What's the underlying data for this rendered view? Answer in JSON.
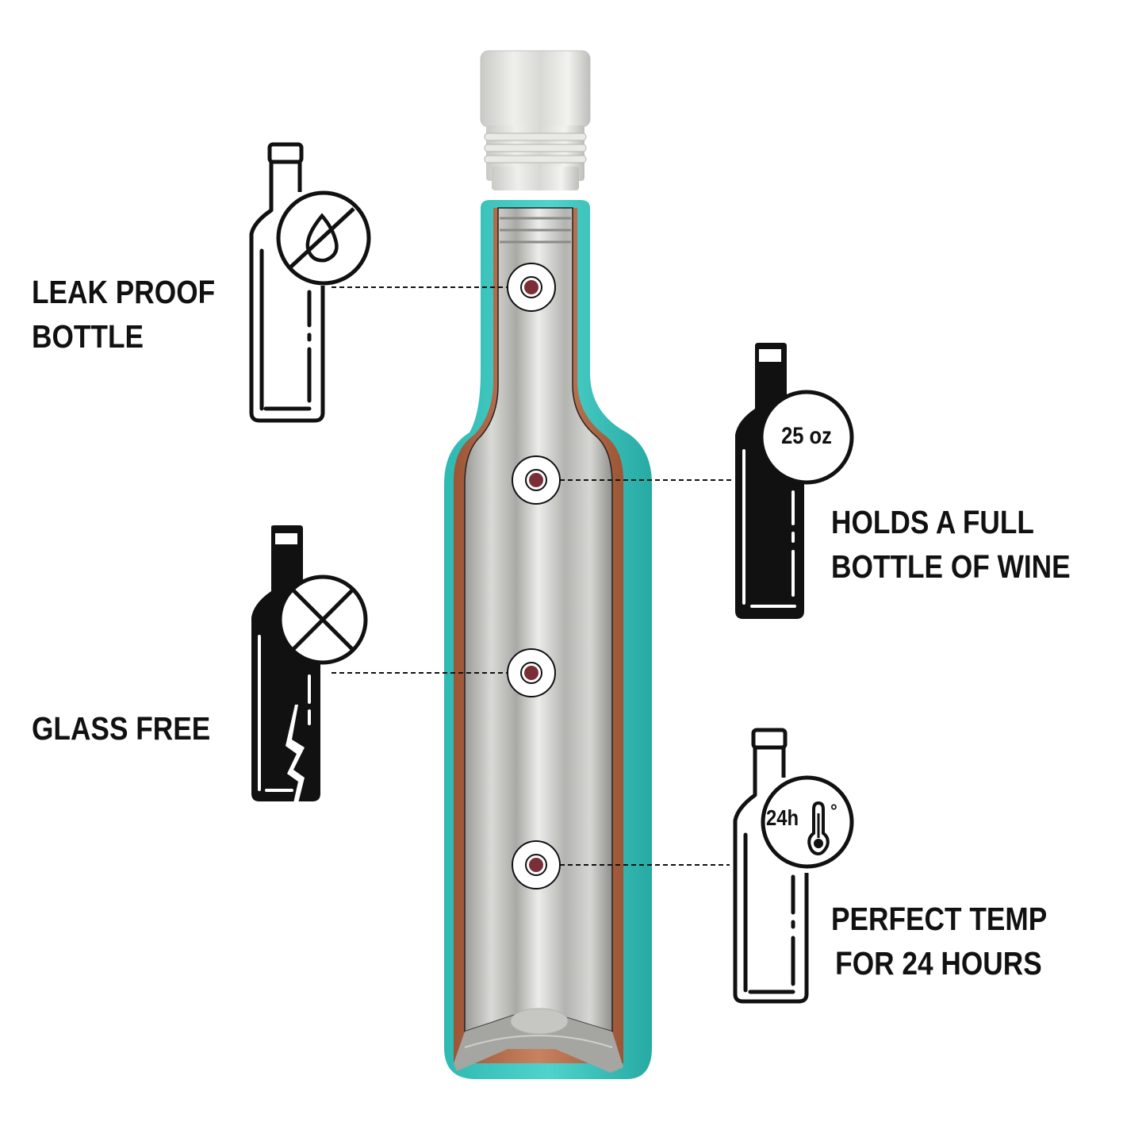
{
  "colors": {
    "background": "#ffffff",
    "text": "#111111",
    "shell_teal": "#3ec6c0",
    "shell_teal_dark": "#22a8a2",
    "copper": "#b06a45",
    "steel_light": "#e6e6e4",
    "steel_mid": "#b9b9b6",
    "steel_dark": "#8e8e8b",
    "dot_wine": "#7a2e36"
  },
  "features": [
    {
      "id": "leak-proof",
      "lines": [
        "LEAK PROOF",
        "BOTTLE"
      ],
      "icon": "leak-proof-bottle-icon",
      "badge_icon": "no-drop-icon",
      "style": "outline"
    },
    {
      "id": "glass-free",
      "lines": [
        "GLASS FREE"
      ],
      "icon": "glass-free-bottle-icon",
      "badge_icon": "cross-circle-icon",
      "style": "filled"
    },
    {
      "id": "full-bottle",
      "lines": [
        "HOLDS A FULL",
        "BOTTLE OF WINE"
      ],
      "icon": "capacity-bottle-icon",
      "badge_text": "25 oz",
      "style": "filled"
    },
    {
      "id": "perfect-temp",
      "lines": [
        "PERFECT TEMP",
        "FOR 24 HOURS"
      ],
      "icon": "temperature-bottle-icon",
      "badge_text": "24h",
      "badge_icon": "thermometer-icon",
      "degree_symbol": "°",
      "style": "outline"
    }
  ],
  "product": {
    "name": "insulated-wine-bottle-cutaway",
    "callout_dots": 4
  }
}
